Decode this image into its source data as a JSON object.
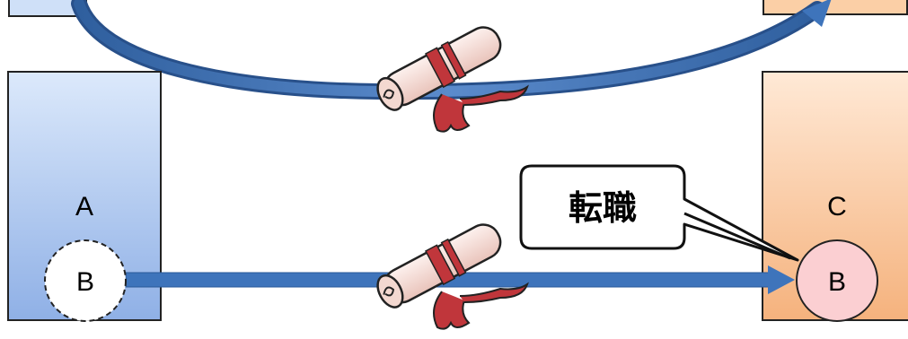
{
  "colors": {
    "org_a_top": "#dce9fb",
    "org_a_bottom": "#8fb0e6",
    "org_c_top": "#ffe9d6",
    "org_c_bottom": "#f5b27d",
    "arrow": "#3e74bb",
    "person_b_fill": "#fbcfd2",
    "scroll_ribbon": "#c0363b",
    "scroll_paper": "#f6d9d2"
  },
  "organizations": {
    "a": {
      "label": "A"
    },
    "c": {
      "label": "C"
    }
  },
  "persons": {
    "origin": {
      "label": "B",
      "style": "dashed-outline"
    },
    "destination": {
      "label": "B",
      "style": "solid-pink"
    }
  },
  "callout": {
    "text": "転職"
  },
  "icons": {
    "scroll": "rolled-certificate-scroll-icon",
    "arrow": "right-arrow"
  }
}
